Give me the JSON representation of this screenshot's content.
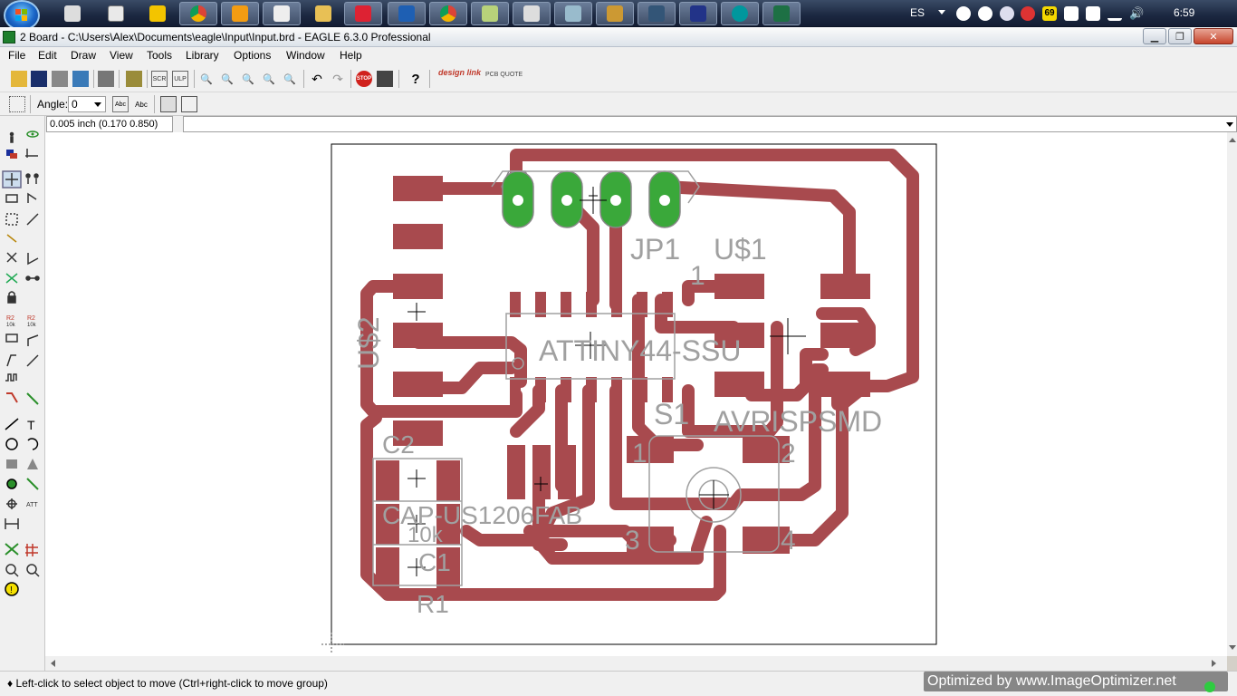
{
  "taskbar": {
    "language": "ES",
    "clock": "6:59",
    "tray_badge": "69"
  },
  "window": {
    "title": "2 Board - C:\\Users\\Alex\\Documents\\eagle\\Input\\Input.brd - EAGLE 6.3.0 Professional"
  },
  "menu": [
    "File",
    "Edit",
    "Draw",
    "View",
    "Tools",
    "Library",
    "Options",
    "Window",
    "Help"
  ],
  "toolbar": {
    "angle_label": "Angle:",
    "angle_value": "0",
    "design_link": "design link",
    "pcb_quote": "PCB QUOTE",
    "stop_label": "STOP",
    "help_label": "?"
  },
  "coords": {
    "readout": "0.005 inch (0.170 0.850)"
  },
  "board": {
    "labels": {
      "jp1": "JP1",
      "us1": "U$1",
      "pin1_top": "1",
      "u2": "U$2",
      "attiny": "ATTINY44-SSU",
      "s1": "S1",
      "avrisp": "AVRISPSMD",
      "c2": "C2",
      "cap": "CAP-US1206FAB",
      "r10k": "10k",
      "c1": "C1",
      "r1": "R1",
      "sw1": "1",
      "sw2": "2",
      "sw3": "3",
      "sw4": "4"
    },
    "colors": {
      "copper": "#a84a4e",
      "pad_green": "#3aa83a",
      "silkscreen": "#a0a0a0"
    }
  },
  "status": {
    "message": "♦ Left-click to select object to move (Ctrl+right-click to move group)",
    "watermark": "Optimized by www.ImageOptimizer.net"
  }
}
